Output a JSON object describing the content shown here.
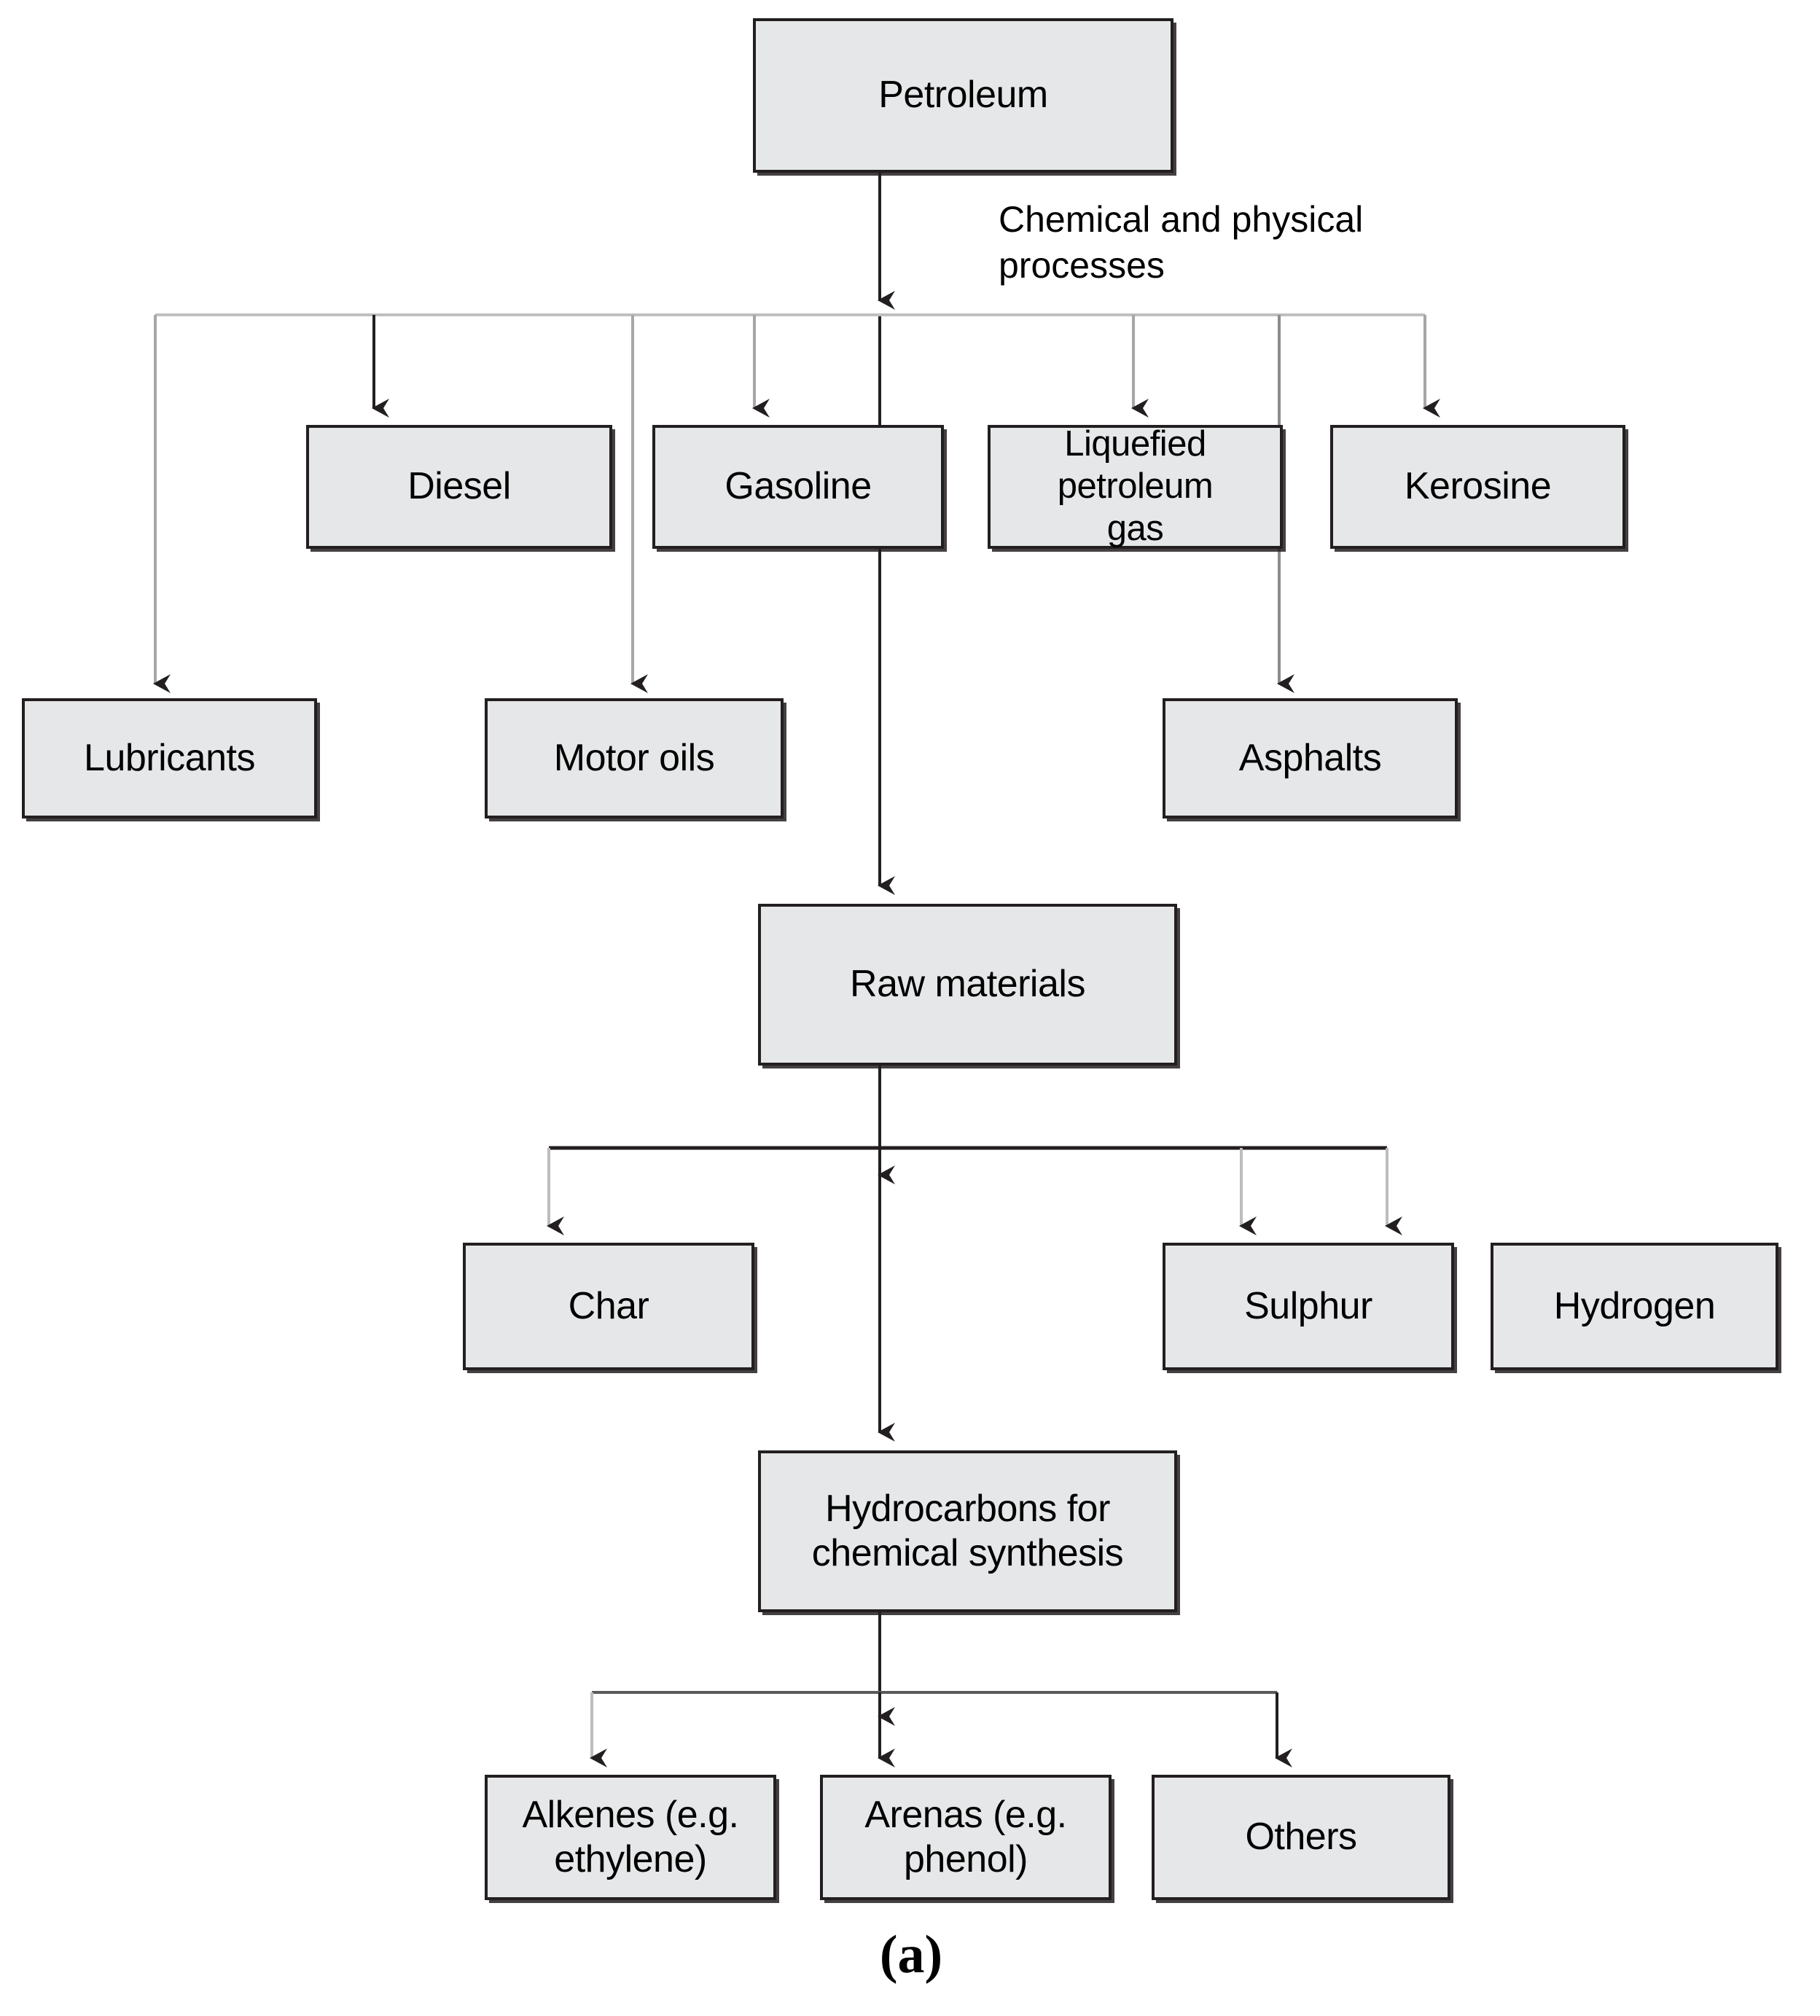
{
  "figure": {
    "caption": "(a)",
    "type": "flowchart",
    "orientation": "top-down",
    "box_fill": "#e6e7e8",
    "box_border": "#231f20",
    "background": "#ffffff"
  },
  "nodes": {
    "petroleum": "Petroleum",
    "diesel": "Diesel",
    "gasoline": "Gasoline",
    "lpg": "Liquefied petroleum gas",
    "kerosine": "Kerosine",
    "lubricants": "Lubricants",
    "motor_oils": "Motor oils",
    "asphalts": "Asphalts",
    "raw_materials": "Raw materials",
    "char": "Char",
    "sulphur": "Sulphur",
    "hydrogen": "Hydrogen",
    "hydrocarbons": "Hydrocarbons for chemical synthesis",
    "alkenes": "Alkenes (e.g. ethylene)",
    "arenas": "Arenas (e.g. phenol)",
    "others": "Others"
  },
  "edge_labels": {
    "processes": "Chemical and physical\nprocesses"
  },
  "chart_data": {
    "type": "diagram",
    "title": "Petroleum processing products flowchart",
    "levels": [
      {
        "level": 1,
        "nodes": [
          "Petroleum"
        ]
      },
      {
        "level": 2,
        "nodes": [
          "Diesel",
          "Gasoline",
          "Liquefied petroleum gas",
          "Kerosine"
        ]
      },
      {
        "level": 3,
        "nodes": [
          "Lubricants",
          "Motor oils",
          "Asphalts"
        ]
      },
      {
        "level": 4,
        "nodes": [
          "Raw materials"
        ]
      },
      {
        "level": 5,
        "nodes": [
          "Char",
          "Sulphur",
          "Hydrogen"
        ]
      },
      {
        "level": 6,
        "nodes": [
          "Hydrocarbons for chemical synthesis"
        ]
      },
      {
        "level": 7,
        "nodes": [
          "Alkenes (e.g. ethylene)",
          "Arenas (e.g. phenol)",
          "Others"
        ]
      }
    ],
    "edges": [
      {
        "from": "Petroleum",
        "to": "Diesel",
        "label": "Chemical and physical processes"
      },
      {
        "from": "Petroleum",
        "to": "Gasoline",
        "label": "Chemical and physical processes"
      },
      {
        "from": "Petroleum",
        "to": "Liquefied petroleum gas",
        "label": "Chemical and physical processes"
      },
      {
        "from": "Petroleum",
        "to": "Kerosine",
        "label": "Chemical and physical processes"
      },
      {
        "from": "Petroleum",
        "to": "Lubricants",
        "label": "Chemical and physical processes"
      },
      {
        "from": "Petroleum",
        "to": "Motor oils",
        "label": "Chemical and physical processes"
      },
      {
        "from": "Petroleum",
        "to": "Asphalts",
        "label": "Chemical and physical processes"
      },
      {
        "from": "Petroleum",
        "to": "Raw materials",
        "label": "Chemical and physical processes"
      },
      {
        "from": "Raw materials",
        "to": "Char",
        "label": ""
      },
      {
        "from": "Raw materials",
        "to": "Sulphur",
        "label": ""
      },
      {
        "from": "Raw materials",
        "to": "Hydrogen",
        "label": ""
      },
      {
        "from": "Raw materials",
        "to": "Hydrocarbons for chemical synthesis",
        "label": ""
      },
      {
        "from": "Hydrocarbons for chemical synthesis",
        "to": "Alkenes (e.g. ethylene)",
        "label": ""
      },
      {
        "from": "Hydrocarbons for chemical synthesis",
        "to": "Arenas (e.g. phenol)",
        "label": ""
      },
      {
        "from": "Hydrocarbons for chemical synthesis",
        "to": "Others",
        "label": ""
      }
    ]
  }
}
